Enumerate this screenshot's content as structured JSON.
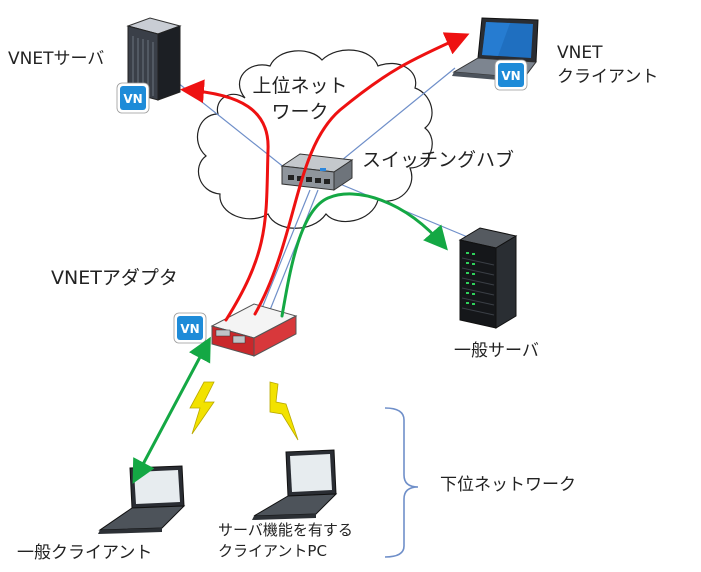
{
  "labels": {
    "vnet_server": "VNETサーバ",
    "vnet_client_line1": "VNET",
    "vnet_client_line2": "クライアント",
    "upper_network_line1": "上位ネット",
    "upper_network_line2": "ワーク",
    "switching_hub": "スイッチングハブ",
    "vnet_adapter": "VNETアダプタ",
    "general_server": "一般サーバ",
    "lower_network": "下位ネットワーク",
    "general_client": "一般クライアント",
    "server_client_pc_line1": "サーバ機能を有する",
    "server_client_pc_line2": "クライアントPC"
  },
  "badges": {
    "vnet_logo_text": "VN"
  },
  "colors": {
    "red_arrow": "#ee1111",
    "green_arrow": "#14a844",
    "link_line": "#6f8fc9",
    "badge_bg": "#1e8bd8",
    "lightning": "#f2e200"
  },
  "icons": [
    "server-tower-icon",
    "laptop-icon",
    "switching-hub-icon",
    "rack-server-icon",
    "router-adapter-icon",
    "lightning-icon",
    "cloud-icon",
    "vnet-badge-icon",
    "brace-icon"
  ]
}
